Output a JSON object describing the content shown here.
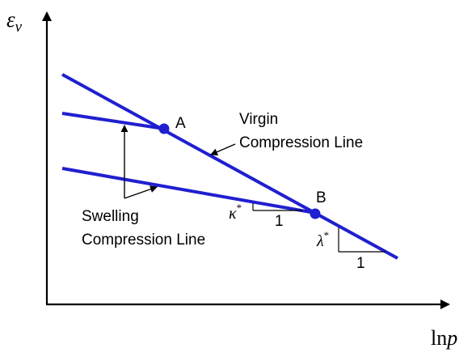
{
  "axes": {
    "y_label_symbol": "ε",
    "y_label_subscript": "v",
    "x_label_prefix": "ln",
    "x_label_var": "p"
  },
  "lines": {
    "virgin_label_line1": "Virgin",
    "virgin_label_line2": "Compression Line",
    "swelling_label_line1": "Swelling",
    "swelling_label_line2": "Compression Line"
  },
  "points": {
    "a_label": "A",
    "b_label": "B"
  },
  "slopes": {
    "kappa_symbol": "κ",
    "kappa_sup": "*",
    "kappa_run": "1",
    "lambda_symbol": "λ",
    "lambda_sup": "*",
    "lambda_run": "1"
  },
  "colors": {
    "line_color": "#1f1fd0",
    "axis_color": "#000000"
  }
}
